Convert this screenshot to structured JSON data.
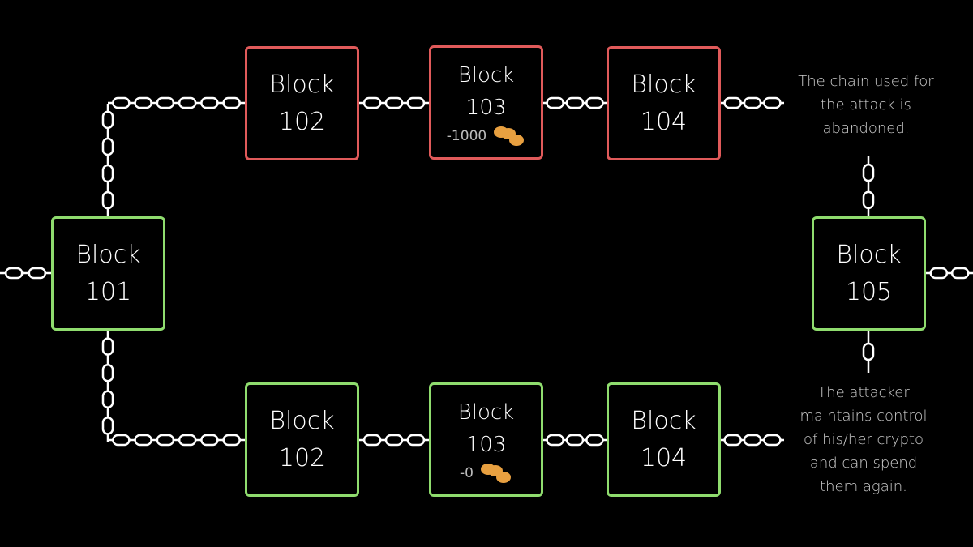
{
  "blocks": {
    "b101": {
      "word": "Block",
      "num": "101",
      "status": "green"
    },
    "top": [
      {
        "word": "Block",
        "num": "102",
        "status": "red"
      },
      {
        "word": "Block",
        "num": "103",
        "status": "red",
        "amount": "-1000"
      },
      {
        "word": "Block",
        "num": "104",
        "status": "red"
      }
    ],
    "bottom": [
      {
        "word": "Block",
        "num": "102",
        "status": "green"
      },
      {
        "word": "Block",
        "num": "103",
        "status": "green",
        "amount": "-0"
      },
      {
        "word": "Block",
        "num": "104",
        "status": "green"
      }
    ],
    "b105": {
      "word": "Block",
      "num": "105",
      "status": "green"
    }
  },
  "notes": {
    "top": "The chain used for the attack is abandoned.",
    "bottom": "The attacker maintains control of his/her crypto and can spend them again."
  },
  "colors": {
    "red": "#e05a5a",
    "green": "#8fdc6e",
    "coin": "#e8a040"
  }
}
